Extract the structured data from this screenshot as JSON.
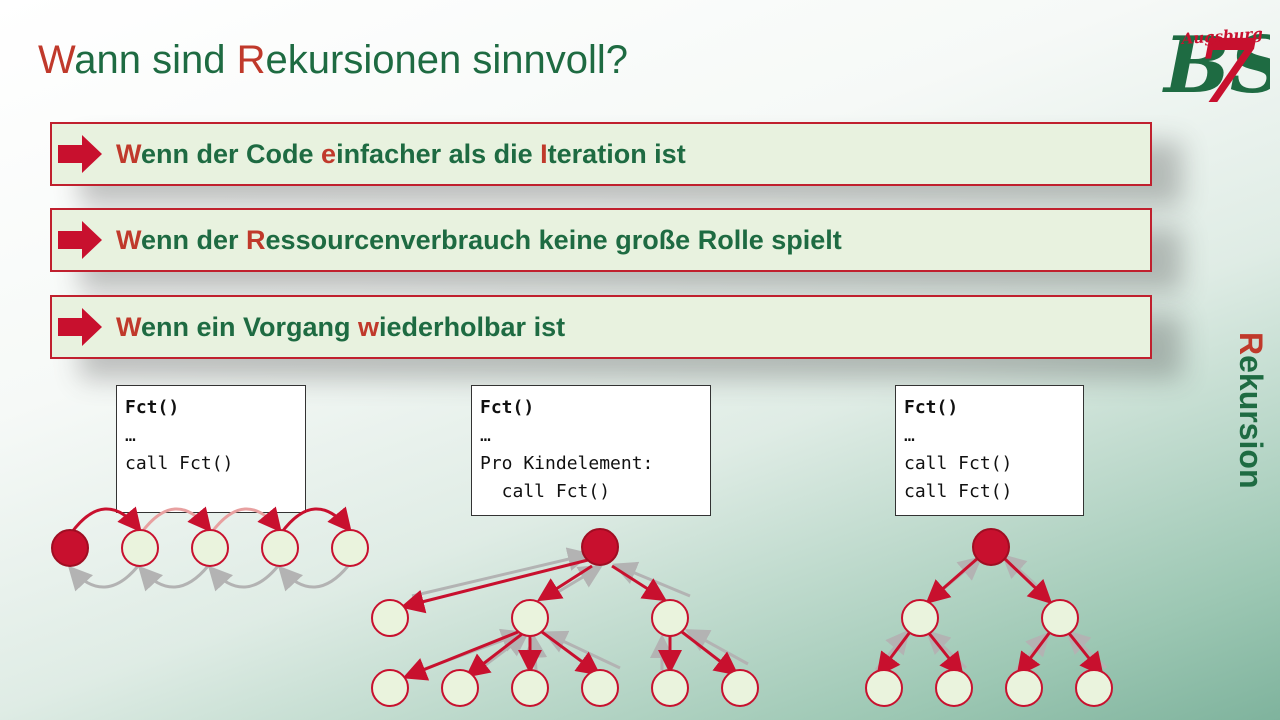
{
  "title": {
    "w": "W",
    "part1": "ann sind ",
    "r": "R",
    "part2": "ekursionen sinnvoll?"
  },
  "side_label": {
    "r": "R",
    "rest": "ekursion"
  },
  "logo": {
    "text": "BS",
    "sub": "Augsburg",
    "number": "7"
  },
  "conditions": [
    {
      "pre": "Wenn der Code ",
      "hl": "e",
      "mid": "infacher als die ",
      "hl2": "I",
      "post": "teration ist"
    },
    {
      "pre": "Wenn der ",
      "hl": "R",
      "mid": "essourcenverbrauch keine große Rolle spielt"
    },
    {
      "pre": "Wenn ein Vorgang ",
      "hl": "w",
      "mid": "iederholbar ist"
    }
  ],
  "first_letters": [
    "W",
    "W",
    "W"
  ],
  "code_boxes": [
    {
      "line1": "Fct()",
      "line2": "…",
      "line3": "call Fct()",
      "line4": ""
    },
    {
      "line1": "Fct()",
      "line2": "…",
      "line3": "Pro Kindelement:",
      "line4": "  call Fct()"
    },
    {
      "line1": "Fct()",
      "line2": "…",
      "line3": "call Fct()",
      "line4": "call Fct()"
    }
  ],
  "colors": {
    "green": "#1e6b42",
    "red": "#c0392b",
    "box_border": "#c0202e",
    "box_fill": "#e8f2df",
    "node_fill": "#eaf3dd",
    "node_root": "#c8102e",
    "return_arrow": "#b3b3b3"
  }
}
